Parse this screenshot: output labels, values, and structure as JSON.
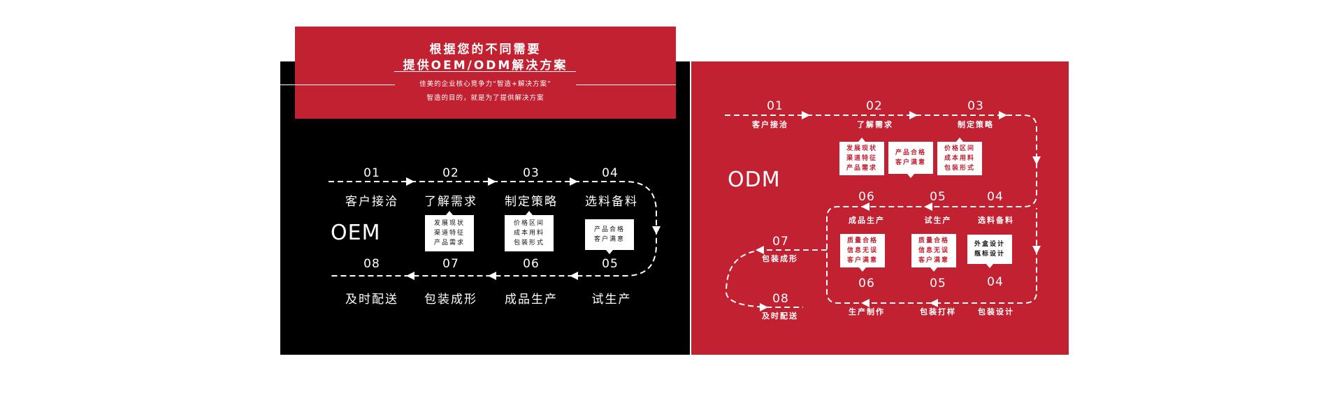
{
  "header": {
    "title_line1": "根据您的不同需要",
    "title_line2": "提供OEM/ODM解决方案",
    "subtitle_line1": "佳美的企业核心竞争力“智造+解决方案”",
    "subtitle_line2": "智造的目的，就是为了提供解决方案"
  },
  "colors": {
    "brand_red": "#c12131",
    "black": "#000000",
    "white": "#ffffff"
  },
  "oem": {
    "tag": "OEM",
    "steps": [
      {
        "num": "01",
        "label": "客户接洽"
      },
      {
        "num": "02",
        "label": "了解需求"
      },
      {
        "num": "03",
        "label": "制定策略"
      },
      {
        "num": "04",
        "label": "选料备料"
      },
      {
        "num": "05",
        "label": "试生产"
      },
      {
        "num": "06",
        "label": "成品生产"
      },
      {
        "num": "07",
        "label": "包装成形"
      },
      {
        "num": "08",
        "label": "及时配送"
      }
    ],
    "notes": [
      {
        "lines": [
          "发展现状",
          "渠道特征",
          "产品需求"
        ]
      },
      {
        "lines": [
          "价格区间",
          "成本用料",
          "包装形式"
        ]
      },
      {
        "lines": [
          "产品合格",
          "客户满意"
        ]
      }
    ]
  },
  "odm": {
    "tag": "ODM",
    "row1": [
      {
        "num": "01",
        "label": "客户接洽"
      },
      {
        "num": "02",
        "label": "了解需求"
      },
      {
        "num": "03",
        "label": "制定策略"
      }
    ],
    "row2": [
      {
        "num": "06",
        "label": "成品生产"
      },
      {
        "num": "05",
        "label": "试生产"
      },
      {
        "num": "04",
        "label": "选料备料"
      }
    ],
    "row3": [
      {
        "num": "06",
        "label": "生产制作"
      },
      {
        "num": "05",
        "label": "包装打样"
      },
      {
        "num": "04",
        "label": "包装设计"
      }
    ],
    "tail": [
      {
        "num": "07",
        "label": "包装成形"
      },
      {
        "num": "08",
        "label": "及时配送"
      }
    ],
    "notes_top": [
      {
        "lines": [
          "发展现状",
          "渠道特征",
          "产品需求"
        ]
      },
      {
        "lines": [
          "产品合格",
          "客户满意"
        ]
      },
      {
        "lines": [
          "价格区间",
          "成本用料",
          "包装形式"
        ]
      }
    ],
    "notes_bottom": [
      {
        "lines": [
          "质量合格",
          "信息无误",
          "客户满意"
        ]
      },
      {
        "lines": [
          "质量合格",
          "信息无误",
          "客户满意"
        ]
      },
      {
        "lines": [
          "外盒设计",
          "瓶标设计"
        ]
      }
    ]
  }
}
